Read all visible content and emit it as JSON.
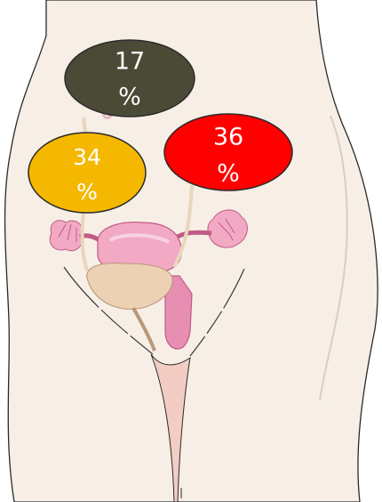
{
  "diagram": {
    "labels": [
      {
        "id": "top",
        "value": "17",
        "unit": "%",
        "color": "#4b4a36"
      },
      {
        "id": "left",
        "value": "34",
        "unit": "%",
        "color": "#f5b800"
      },
      {
        "id": "right",
        "value": "36",
        "unit": "%",
        "color": "#ff0000"
      }
    ],
    "colors": {
      "skin": "#f7efe6",
      "skin_outline": "#2a2a2a",
      "uterus": "#f2a9c4",
      "uterus_outline": "#c25a86",
      "bladder": "#ecd1b4",
      "ureter": "#e8d6bd"
    }
  }
}
